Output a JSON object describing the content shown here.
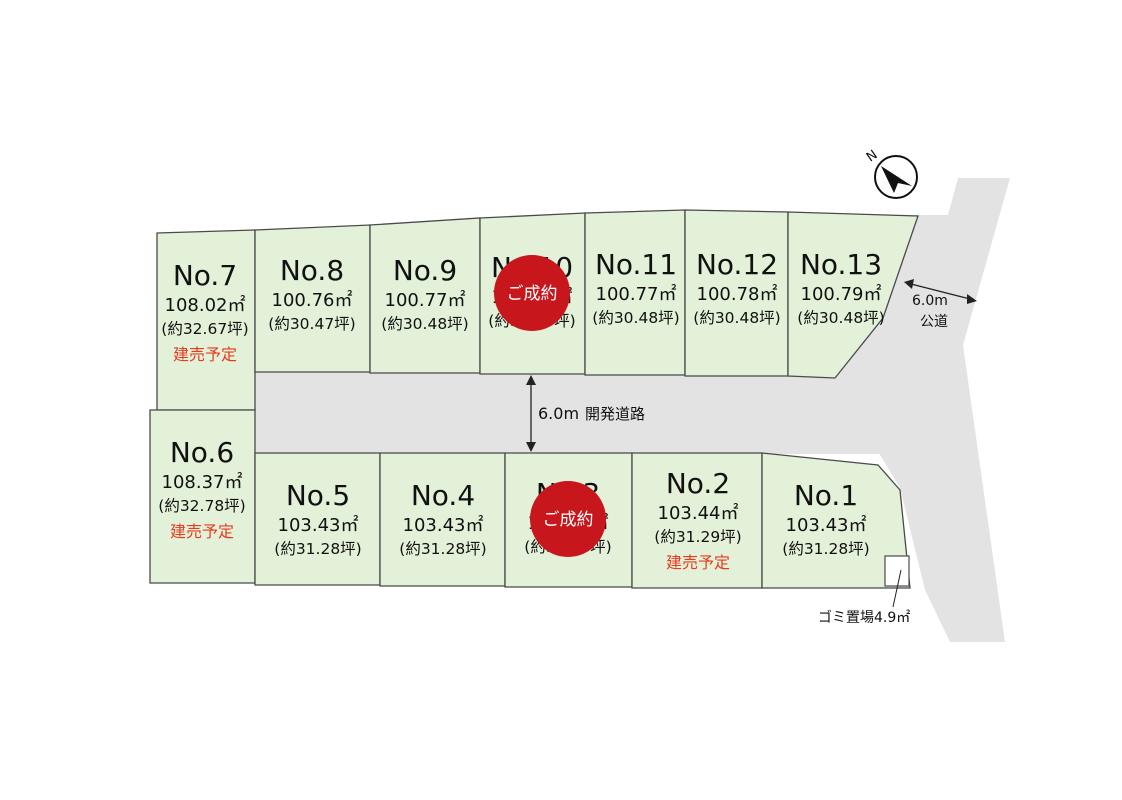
{
  "colors": {
    "lot_fill": "#e3f1d9",
    "lot_stroke": "#4a4a4a",
    "road_fill": "#e3e3e3",
    "status_text": "#e83a1f",
    "sold_badge": "#c8161d",
    "badge_text": "#ffffff"
  },
  "compass": {
    "label": "N",
    "icon": "north-arrow-icon"
  },
  "public_road": {
    "width": "6.0m",
    "label": "公道"
  },
  "dev_road": {
    "width": "6.0m",
    "label": "開発道路"
  },
  "garbage": {
    "label": "ゴミ置場4.9㎡"
  },
  "sold_badge_label": "ご成約",
  "lots": [
    {
      "no": "No.7",
      "area": "108.02㎡",
      "tsubo": "(約32.67坪)",
      "status": "建売予定",
      "sold": false
    },
    {
      "no": "No.8",
      "area": "100.76㎡",
      "tsubo": "(約30.47坪)",
      "status": "",
      "sold": false
    },
    {
      "no": "No.9",
      "area": "100.77㎡",
      "tsubo": "(約30.48坪)",
      "status": "",
      "sold": false
    },
    {
      "no": "No.10",
      "area": "100.77㎡",
      "tsubo": "(約30.48坪)",
      "status": "",
      "sold": true
    },
    {
      "no": "No.11",
      "area": "100.77㎡",
      "tsubo": "(約30.48坪)",
      "status": "",
      "sold": false
    },
    {
      "no": "No.12",
      "area": "100.78㎡",
      "tsubo": "(約30.48坪)",
      "status": "",
      "sold": false
    },
    {
      "no": "No.13",
      "area": "100.79㎡",
      "tsubo": "(約30.48坪)",
      "status": "",
      "sold": false
    },
    {
      "no": "No.6",
      "area": "108.37㎡",
      "tsubo": "(約32.78坪)",
      "status": "建売予定",
      "sold": false
    },
    {
      "no": "No.5",
      "area": "103.43㎡",
      "tsubo": "(約31.28坪)",
      "status": "",
      "sold": false
    },
    {
      "no": "No.4",
      "area": "103.43㎡",
      "tsubo": "(約31.28坪)",
      "status": "",
      "sold": false
    },
    {
      "no": "No.3",
      "area": "103.43㎡",
      "tsubo": "(約31.28坪)",
      "status": "",
      "sold": true
    },
    {
      "no": "No.2",
      "area": "103.44㎡",
      "tsubo": "(約31.29坪)",
      "status": "建売予定",
      "sold": false
    },
    {
      "no": "No.1",
      "area": "103.43㎡",
      "tsubo": "(約31.28坪)",
      "status": "",
      "sold": false
    }
  ]
}
